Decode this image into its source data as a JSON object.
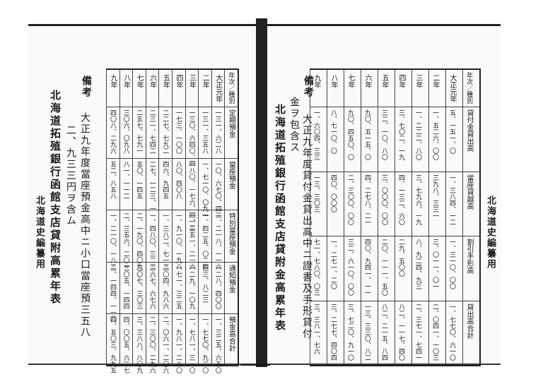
{
  "left_page": {
    "margin_label": "北海道史編纂用",
    "title": "北海道拓殖銀行函館支店貸附高累年表",
    "note_heading": "備考",
    "note_lines": [
      "大正九年度當座預金高中ニ小口當座預三五八",
      "二、九三三円ヲ含ム"
    ],
    "header_corner": "年次／種別",
    "col_headers": [
      "定期預金",
      "當座預金",
      "特別當座預金",
      "通知預金",
      "預金高合計"
    ],
    "years": [
      "大正元年",
      "二年",
      "三年",
      "四年",
      "五年",
      "六年",
      "七年",
      "八年",
      "九年"
    ],
    "cells": [
      [
        "一三一、六二八",
        "一〇、六七〇、四二",
        "一、二一八、一一六",
        "一二八、四〇〇",
        "一、三二五、六五〇"
      ],
      [
        "一三一、三五八",
        "一、七一〇、〇九一",
        "一、四二五、〇二四",
        "三三、八二三",
        "一、七七〇、九二〇"
      ],
      [
        "一三〇、六四〇、四",
        "一八〇、一七六、四一二",
        "一、三五一、二一六",
        "一二九、一〇九",
        "一、七八一、三一〇"
      ],
      [
        "一七三、一〇〇",
        "八〇、四〇八",
        "一、九一〇、一九八",
        "一七一、三二五",
        "一、九八一、二八〇"
      ],
      [
        "二二七、七九二",
        "四六、九四五",
        "一、三八二、七一二",
        "二〇四、九八六",
        "二、〇六一、二〇六"
      ],
      [
        "二三一、七四二",
        "二七、一二三、一",
        "一、四八〇、三二二",
        "二六七、六七六",
        "二、三〇〇、二九六"
      ],
      [
        "二五七、七九一",
        "五〇、一四五",
        "二、一九〇、四〇九",
        "三〇七、三〇三",
        "三、三八八、八〇九"
      ],
      [
        "三〇六、〇九八",
        "八一、一一二",
        "二、三五六、二〇一",
        "三〇五、一四四",
        "四、〇〇五、六二七"
      ],
      [
        "四〇八、二九六",
        "五二、八五八",
        "一、二一〇、一八二",
        "二、一四四、一一〇",
        "四、五〇三、九九五"
      ]
    ]
  },
  "right_page": {
    "margin_label": "北海道史編纂用",
    "title": "北海道拓殖銀行函館支店貸附金高累年表",
    "note_heading": "備考",
    "note_lines": [
      "大正九年度貸付金貸出高中ニ證書及手形貸付",
      "金ヲ包含ス"
    ],
    "header_corner": "年次／種別",
    "col_headers": [
      "貸付金貸出高",
      "當座貸越高",
      "割引手形高",
      "貸出高合計"
    ],
    "years": [
      "大正元年",
      "二年",
      "三年",
      "四年",
      "五年",
      "六年",
      "七年",
      "八年",
      "九年"
    ],
    "cells": [
      [
        "五、一五一、〇",
        "一、三八四、一二",
        "一、三一〇、〇〇",
        "一、七七〇、六一〇"
      ],
      [
        "一、五二六、〇〇",
        "三九八、三三一",
        "三、〇一一、〇一",
        "二、〇四一、一〇三"
      ],
      [
        "一、二二二、八〇",
        "三、七九六、一九",
        "八、九二四、九三",
        "二、三七一、七四一"
      ],
      [
        "三、七〇二、一九",
        "四、一三二、六〇",
        "二九、五〇〇",
        "八二、一一七、四〇"
      ],
      [
        "三二、一〇、八〇",
        "三、〇〇〇、〇〇",
        "二〇、一一一、五〇",
        "八二、二一五、八四"
      ],
      [
        "九〇、五一五、〇",
        "四、二七八、二一",
        "四〇、九四一、一一",
        "一三、三三〇、八二"
      ],
      [
        "九〇、四五〇、〇",
        "二、三〇〇、〇〇",
        "三二、六一〇、〇〇",
        "三、七二〇、九一〇"
      ],
      [
        "八、七一〇、〇",
        "四〇、〇〇〇",
        "一、二七一、二〇",
        "三、二七七、四〇四"
      ],
      [
        "一、六〇四、三三",
        "一三、三〇三",
        "七一、七八〇、〇三",
        "三、三八一、七六"
      ]
    ]
  }
}
